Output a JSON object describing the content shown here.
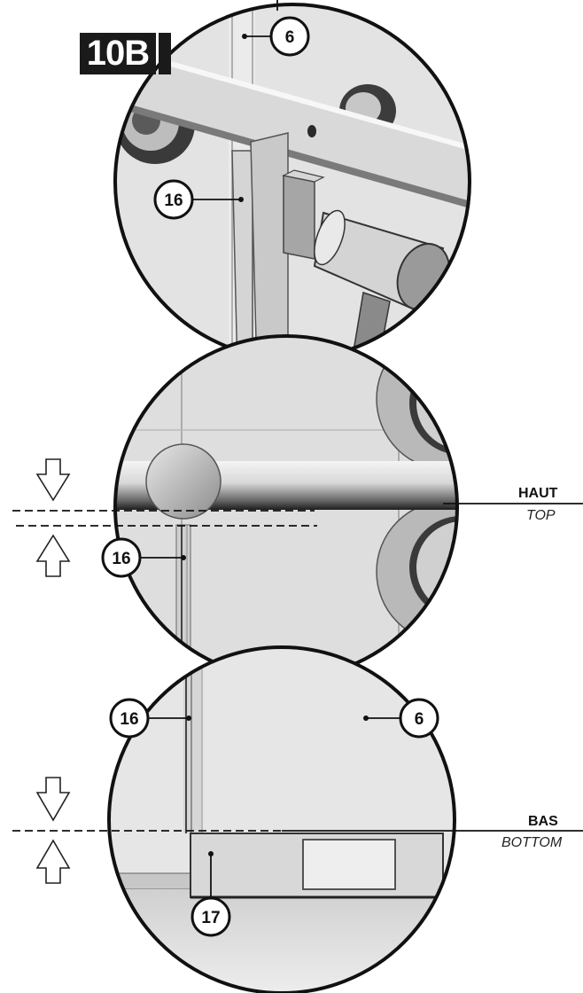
{
  "step": "10B",
  "callouts": {
    "panel_a": {
      "top_glass": "6",
      "seal": "16"
    },
    "panel_b": {
      "seal": "16"
    },
    "panel_c": {
      "seal": "16",
      "glass": "6",
      "bottom_seal": "17"
    }
  },
  "labels": {
    "top_fr": "HAUT",
    "top_en": "TOP",
    "bottom_fr": "BAS",
    "bottom_en": "BOTTOM"
  }
}
